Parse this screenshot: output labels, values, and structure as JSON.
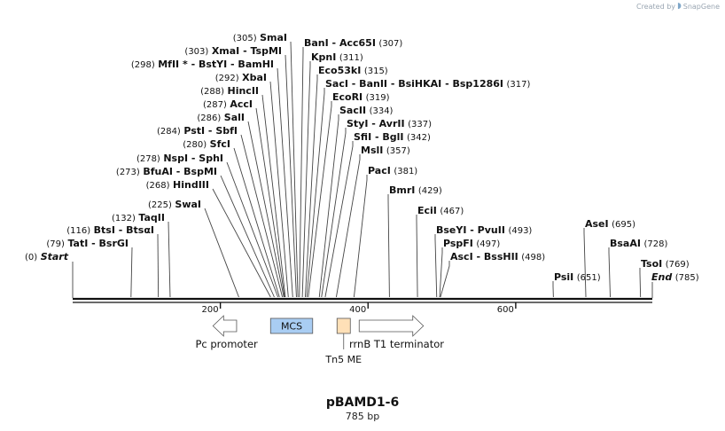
{
  "branding": {
    "text": "Created by",
    "brand": "SnapGene",
    "icon": "snapgene-logo-icon"
  },
  "map": {
    "title": "pBAMD1-6",
    "length_label": "785 bp",
    "length": 785,
    "ticks": [
      {
        "pos": 200,
        "label": "200"
      },
      {
        "pos": 400,
        "label": "400"
      },
      {
        "pos": 600,
        "label": "600"
      }
    ],
    "sites": [
      {
        "pos": 0,
        "pos_label": "(0)",
        "names": [
          "Start"
        ],
        "italic": true,
        "side": "right"
      },
      {
        "pos": 79,
        "pos_label": "(79)",
        "names": [
          "TatI",
          "BsrGI"
        ],
        "side": "right"
      },
      {
        "pos": 116,
        "pos_label": "(116)",
        "names": [
          "BtsI",
          "BtsαI"
        ],
        "side": "right"
      },
      {
        "pos": 132,
        "pos_label": "(132)",
        "names": [
          "TaqII"
        ],
        "side": "right"
      },
      {
        "pos": 225,
        "pos_label": "(225)",
        "names": [
          "SwaI"
        ],
        "side": "right"
      },
      {
        "pos": 268,
        "pos_label": "(268)",
        "names": [
          "HindIII"
        ],
        "side": "right"
      },
      {
        "pos": 273,
        "pos_label": "(273)",
        "names": [
          "BfuAI",
          "BspMI"
        ],
        "side": "right"
      },
      {
        "pos": 278,
        "pos_label": "(278)",
        "names": [
          "NspI",
          "SphI"
        ],
        "side": "right"
      },
      {
        "pos": 280,
        "pos_label": "(280)",
        "names": [
          "SfcI"
        ],
        "side": "right"
      },
      {
        "pos": 284,
        "pos_label": "(284)",
        "names": [
          "PstI",
          "SbfI"
        ],
        "side": "right"
      },
      {
        "pos": 286,
        "pos_label": "(286)",
        "names": [
          "SalI"
        ],
        "side": "right"
      },
      {
        "pos": 287,
        "pos_label": "(287)",
        "names": [
          "AccI"
        ],
        "side": "right"
      },
      {
        "pos": 288,
        "pos_label": "(288)",
        "names": [
          "HincII"
        ],
        "side": "right"
      },
      {
        "pos": 292,
        "pos_label": "(292)",
        "names": [
          "XbaI"
        ],
        "side": "right"
      },
      {
        "pos": 298,
        "pos_label": "(298)",
        "names": [
          "MfII *",
          "BstYI",
          "BamHI"
        ],
        "side": "right"
      },
      {
        "pos": 303,
        "pos_label": "(303)",
        "names": [
          "XmaI",
          "TspMI"
        ],
        "side": "right"
      },
      {
        "pos": 305,
        "pos_label": "(305)",
        "names": [
          "SmaI"
        ],
        "side": "right"
      },
      {
        "pos": 307,
        "pos_label": "(307)",
        "names": [
          "BanI",
          "Acc65I"
        ],
        "side": "left"
      },
      {
        "pos": 311,
        "pos_label": "(311)",
        "names": [
          "KpnI"
        ],
        "side": "left"
      },
      {
        "pos": 315,
        "pos_label": "(315)",
        "names": [
          "Eco53kI"
        ],
        "side": "left"
      },
      {
        "pos": 317,
        "pos_label": "(317)",
        "names": [
          "SacI",
          "BanII",
          "BsiHKAI",
          "Bsp1286I"
        ],
        "side": "left"
      },
      {
        "pos": 319,
        "pos_label": "(319)",
        "names": [
          "EcoRI"
        ],
        "side": "left"
      },
      {
        "pos": 334,
        "pos_label": "(334)",
        "names": [
          "SacII"
        ],
        "side": "left"
      },
      {
        "pos": 337,
        "pos_label": "(337)",
        "names": [
          "StyI",
          "AvrII"
        ],
        "side": "left"
      },
      {
        "pos": 342,
        "pos_label": "(342)",
        "names": [
          "SfiI",
          "BglI"
        ],
        "side": "left"
      },
      {
        "pos": 357,
        "pos_label": "(357)",
        "names": [
          "MslI"
        ],
        "side": "left"
      },
      {
        "pos": 381,
        "pos_label": "(381)",
        "names": [
          "PacI"
        ],
        "side": "left"
      },
      {
        "pos": 429,
        "pos_label": "(429)",
        "names": [
          "BmrI"
        ],
        "side": "left"
      },
      {
        "pos": 467,
        "pos_label": "(467)",
        "names": [
          "EciI"
        ],
        "side": "left"
      },
      {
        "pos": 493,
        "pos_label": "(493)",
        "names": [
          "BseYI",
          "PvuII"
        ],
        "side": "left"
      },
      {
        "pos": 497,
        "pos_label": "(497)",
        "names": [
          "PspFI"
        ],
        "side": "left"
      },
      {
        "pos": 498,
        "pos_label": "(498)",
        "names": [
          "AscI",
          "BssHII"
        ],
        "side": "left"
      },
      {
        "pos": 651,
        "pos_label": "(651)",
        "names": [
          "PsiI"
        ],
        "side": "left"
      },
      {
        "pos": 695,
        "pos_label": "(695)",
        "names": [
          "AseI"
        ],
        "side": "left"
      },
      {
        "pos": 728,
        "pos_label": "(728)",
        "names": [
          "BsaAI"
        ],
        "side": "left"
      },
      {
        "pos": 769,
        "pos_label": "(769)",
        "names": [
          "TsoI"
        ],
        "side": "left"
      },
      {
        "pos": 785,
        "pos_label": "(785)",
        "names": [
          "End"
        ],
        "italic": true,
        "side": "left"
      }
    ],
    "features": [
      {
        "name": "Pc promoter",
        "type": "arrow-left",
        "start": 190,
        "end": 222,
        "color": "#ffffff"
      },
      {
        "name": "MCS",
        "type": "box",
        "start": 268,
        "end": 325,
        "color": "#a9cdf3"
      },
      {
        "name": "Tn5 ME",
        "type": "box",
        "start": 358,
        "end": 376,
        "color": "#ffe0b7"
      },
      {
        "name": "rrnB T1 terminator",
        "type": "arrow-right",
        "start": 388,
        "end": 475,
        "color": "#ffffff"
      }
    ],
    "colors": {
      "backbone": "#111111",
      "text": "#111111",
      "leader": "#444444"
    }
  }
}
